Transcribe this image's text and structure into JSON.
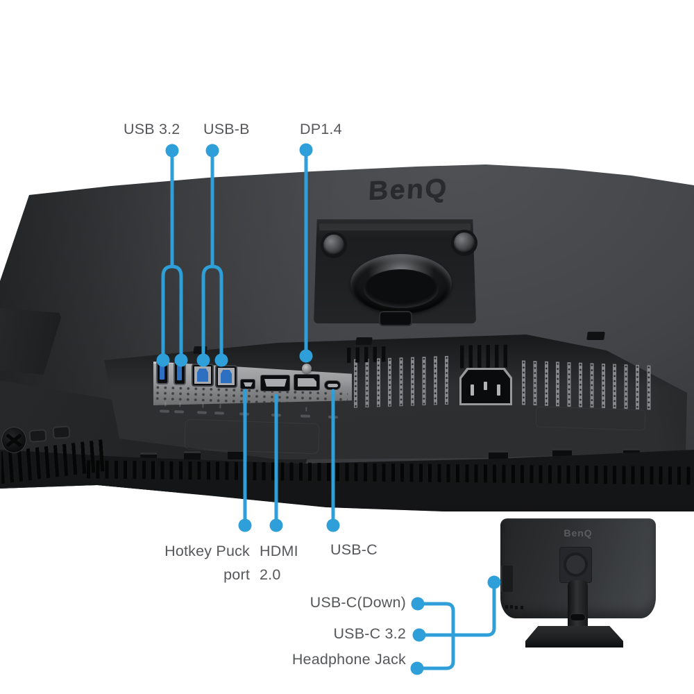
{
  "colors": {
    "background": "#ffffff",
    "callout_blue": "#2f9fd9",
    "label_text": "#55575a",
    "monitor_dark": "#343638",
    "port_strip_silver": "#9a9c9e",
    "usb_blue": "#2d6fc0"
  },
  "main_monitor": {
    "logo": "BenQ"
  },
  "secondary_monitor": {
    "logo": "BenQ"
  },
  "callouts": {
    "top": [
      {
        "label": "USB 3.2"
      },
      {
        "label": "USB-B"
      },
      {
        "label": "DP1.4"
      }
    ],
    "bottom": [
      {
        "line1": "Hotkey Puck",
        "line2": "port"
      },
      {
        "line1": "HDMI",
        "line2": "2.0"
      },
      {
        "line1": "USB-C"
      }
    ],
    "side": [
      {
        "label": "USB-C(Down)"
      },
      {
        "label": "USB-C 3.2"
      },
      {
        "label": "Headphone Jack"
      }
    ]
  }
}
